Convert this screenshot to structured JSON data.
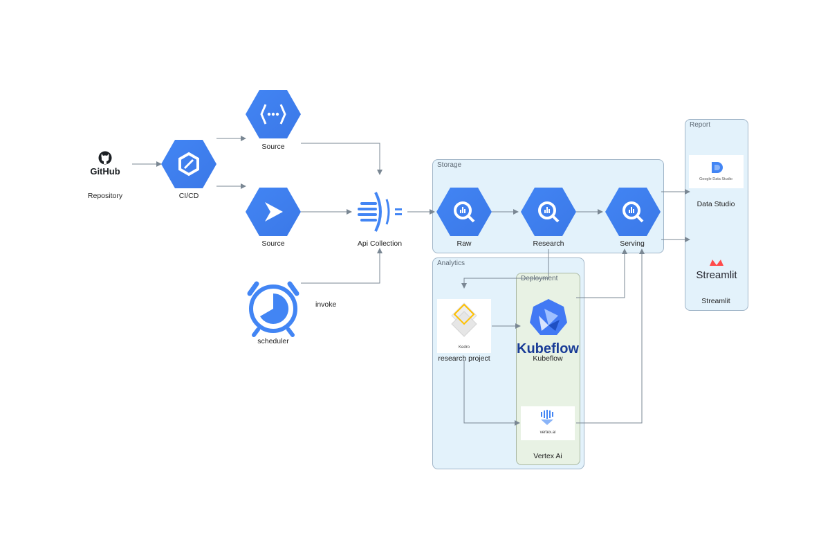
{
  "clusters": {
    "storage": "Storage",
    "analytics": "Analytics",
    "deployment": "Deployment",
    "report": "Report"
  },
  "nodes": {
    "repository": {
      "label": "Repository",
      "logo_text": "GitHub",
      "icon": "github-icon"
    },
    "cicd": {
      "label": "CI/CD",
      "icon": "cloud-build-icon"
    },
    "source_functions": {
      "label": "Source",
      "icon": "cloud-functions-icon"
    },
    "source_run": {
      "label": "Source",
      "icon": "cloud-run-icon"
    },
    "scheduler": {
      "label": "scheduler",
      "icon": "scheduler-alarm-clock-icon"
    },
    "api_collection": {
      "label": "Api Collection",
      "icon": "endpoints-icon"
    },
    "raw": {
      "label": "Raw",
      "icon": "bigquery-icon"
    },
    "research": {
      "label": "Research",
      "icon": "bigquery-icon"
    },
    "serving": {
      "label": "Serving",
      "icon": "bigquery-icon"
    },
    "kedro": {
      "label": "research project",
      "card_text": "Kedro",
      "icon": "kedro-icon"
    },
    "kubeflow": {
      "label": "Kubeflow",
      "logo_text": "Kubeflow",
      "icon": "kubeflow-icon"
    },
    "vertex": {
      "label": "Vertex Ai",
      "card_text": "vertex.ai",
      "icon": "vertex-ai-icon"
    },
    "data_studio": {
      "label": "Data Studio",
      "card_text": "Google Data Studio",
      "icon": "data-studio-icon"
    },
    "streamlit": {
      "label": "Streamlit",
      "logo_text": "Streamlit",
      "icon": "streamlit-icon"
    }
  },
  "edge_labels": {
    "invoke": "invoke"
  },
  "colors": {
    "gcp_blue": "#4285f4",
    "gcp_blue_dark": "#3367d6",
    "arrow": "#7a8793",
    "kubeflow_blue": "#4279f4",
    "kubeflow_text": "#1a3c97",
    "streamlit_red": "#ff4b4b",
    "kedro_yellow": "#ffc000"
  }
}
